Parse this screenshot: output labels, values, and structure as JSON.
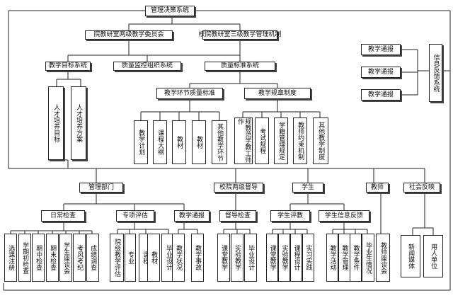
{
  "root": "管理决策系统",
  "level1": {
    "left": "院教研室两级教学委员会",
    "right": "校院教研室三级教学管理机制"
  },
  "level2": {
    "goal": "教学目标系统",
    "quality_org": "质量监控组织系统",
    "standard": "质量标准系统"
  },
  "goal_children": [
    "人才培养目标",
    "人才培养方案"
  ],
  "standard_children": {
    "link": "教学环节质量标准",
    "rules": "教学规章制度"
  },
  "link_children": [
    "教学计划",
    "课程大纲",
    "教材",
    "教材",
    "其他教学环节"
  ],
  "rules_children": [
    "规教范学教工师作",
    "考试规程",
    "学籍管理规定",
    "教师约束机制",
    "其他教学制度"
  ],
  "info_system": {
    "title": "信息反馈系统",
    "items": [
      "教学通报",
      "教学通报",
      "教学通报"
    ]
  },
  "level3": {
    "mgmt": "管理部门",
    "supervise": "校院两级督导",
    "student": "学生",
    "teacher": "教师",
    "social": "社会反映"
  },
  "level4": {
    "daily": "日常检查",
    "special": "专项评估",
    "teaching_notice": "教学通报",
    "supervise_check": "督导检查",
    "student_eval": "学生评教",
    "student_info": "学生信息反馈"
  },
  "daily_children": [
    "选课注册",
    "学期初检查",
    "期中检查",
    "期末检查",
    "学生座谈会",
    "考风考纪",
    "成绩调查"
  ],
  "special_children": [
    "院级教学评估",
    "专业",
    "课程",
    "教材",
    "毕业设计"
  ],
  "notice_children": [
    "教学状况",
    "教学事故"
  ],
  "supervise_children": [
    "课堂教学",
    "实验教学",
    "毕业设计"
  ],
  "eval_children": [
    "课堂教学",
    "实验教学",
    "课程设计",
    "实习实践"
  ],
  "info_children": [
    "教学活动",
    "教学管理",
    "教学条件",
    "毕业生情况"
  ],
  "teacher_children": [
    "教师座谈会"
  ],
  "social_children": [
    "新闻媒体",
    "用人单位"
  ]
}
